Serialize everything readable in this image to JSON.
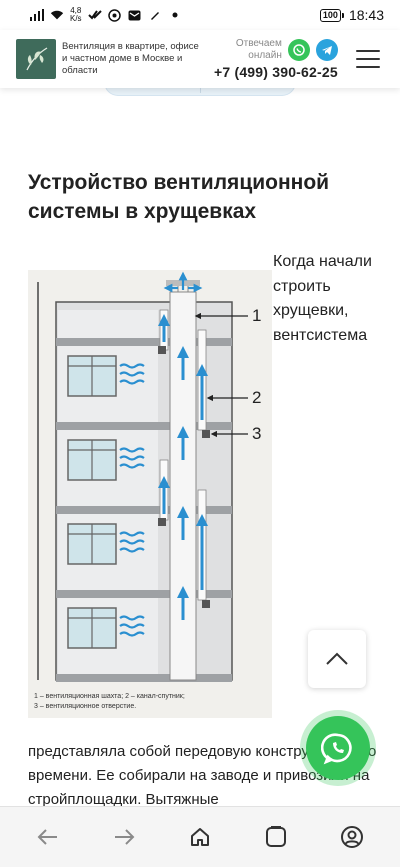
{
  "status_bar": {
    "network_speed_value": "4,8",
    "network_speed_unit": "K/s",
    "battery": "100",
    "time": "18:43"
  },
  "header": {
    "tagline": "Вентиляция в квартире, офисе и частном доме в Москве и области",
    "online_label": "Отвечаем онлайн",
    "phone": "+7 (499) 390-62-25"
  },
  "article": {
    "title": "Устройство вентиляционной системы в хрущевках",
    "side_text": "Когда начали строить хрущевки, вентсистема",
    "body_text": "представляла собой передовую конструкцию того времени. Ее собирали на заводе и привозили на стройплощадки. Вытяжные",
    "diagram": {
      "callouts": [
        "1",
        "2",
        "3"
      ],
      "legend_line1": "1 – вентиляционная шахта; 2 – канал-спутник;",
      "legend_line2": "3 – вентиляционное отверстие."
    }
  },
  "colors": {
    "logo_bg": "#3f6b5b",
    "whatsapp": "#35c45a",
    "telegram": "#2aa3dd",
    "arrow_blue": "#2a8fd0"
  },
  "icons": [
    "signal-icon",
    "wifi-icon",
    "whatsapp-icon",
    "telegram-icon",
    "menu-icon",
    "chevron-up-icon",
    "back-icon",
    "forward-icon",
    "home-icon",
    "tabs-icon",
    "profile-icon"
  ]
}
